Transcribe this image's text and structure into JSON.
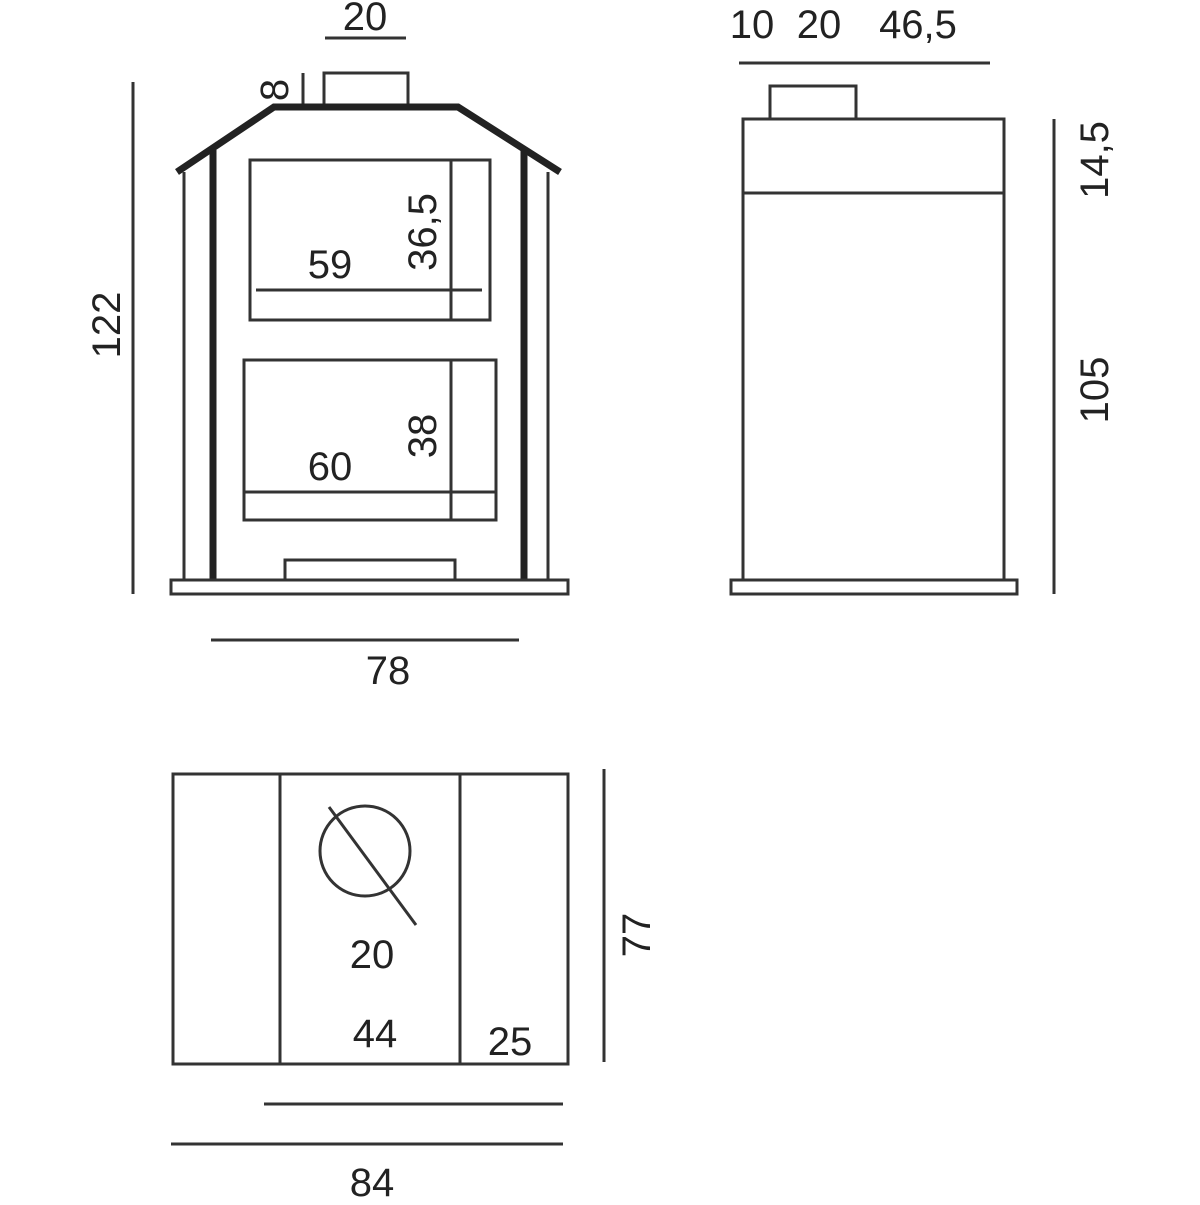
{
  "front_view": {
    "flue_width": "20",
    "flue_height": "8",
    "total_height": "122",
    "total_width": "78",
    "upper_door": {
      "width": "59",
      "height": "36,5"
    },
    "lower_door": {
      "width": "60",
      "height": "38"
    }
  },
  "side_view": {
    "top_dims": [
      "10",
      "20",
      "46,5"
    ],
    "top_section_height": "14,5",
    "body_height": "105"
  },
  "plan_view": {
    "flue_diameter": "20",
    "center_width": "44",
    "side_width": "25",
    "total_width": "84",
    "depth": "77"
  }
}
